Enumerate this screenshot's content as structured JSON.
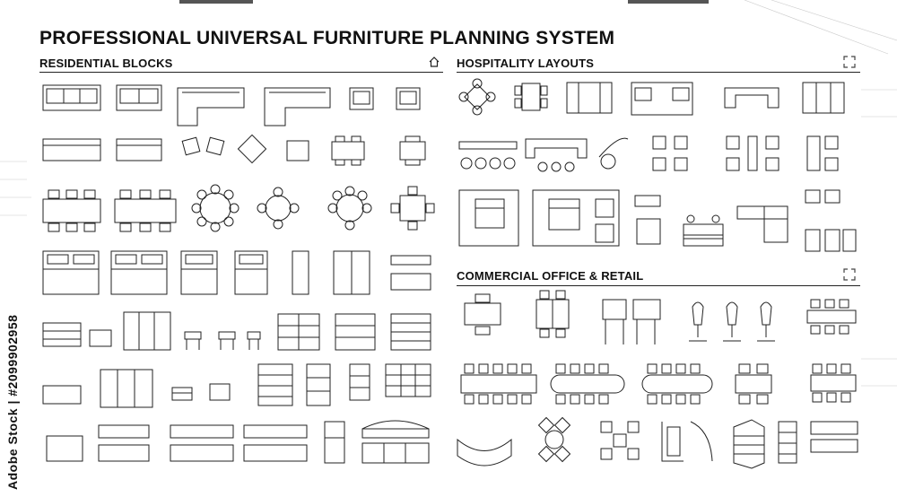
{
  "title": "PROFESSIONAL UNIVERSAL FURNITURE PLANNING SYSTEM",
  "sections": {
    "residential": "RESIDENTIAL BLOCKS",
    "hospitality": "HOSPITALITY LAYOUTS",
    "commercial": "COMMERCIAL OFFICE & RETAIL"
  },
  "stock_watermark": "Adobe Stock | #2099902958",
  "icons": {
    "home": "home-icon",
    "expand_top": "expand-icon",
    "expand_mid": "expand-icon"
  },
  "colors": {
    "ink": "#222222",
    "background": "#ffffff"
  }
}
